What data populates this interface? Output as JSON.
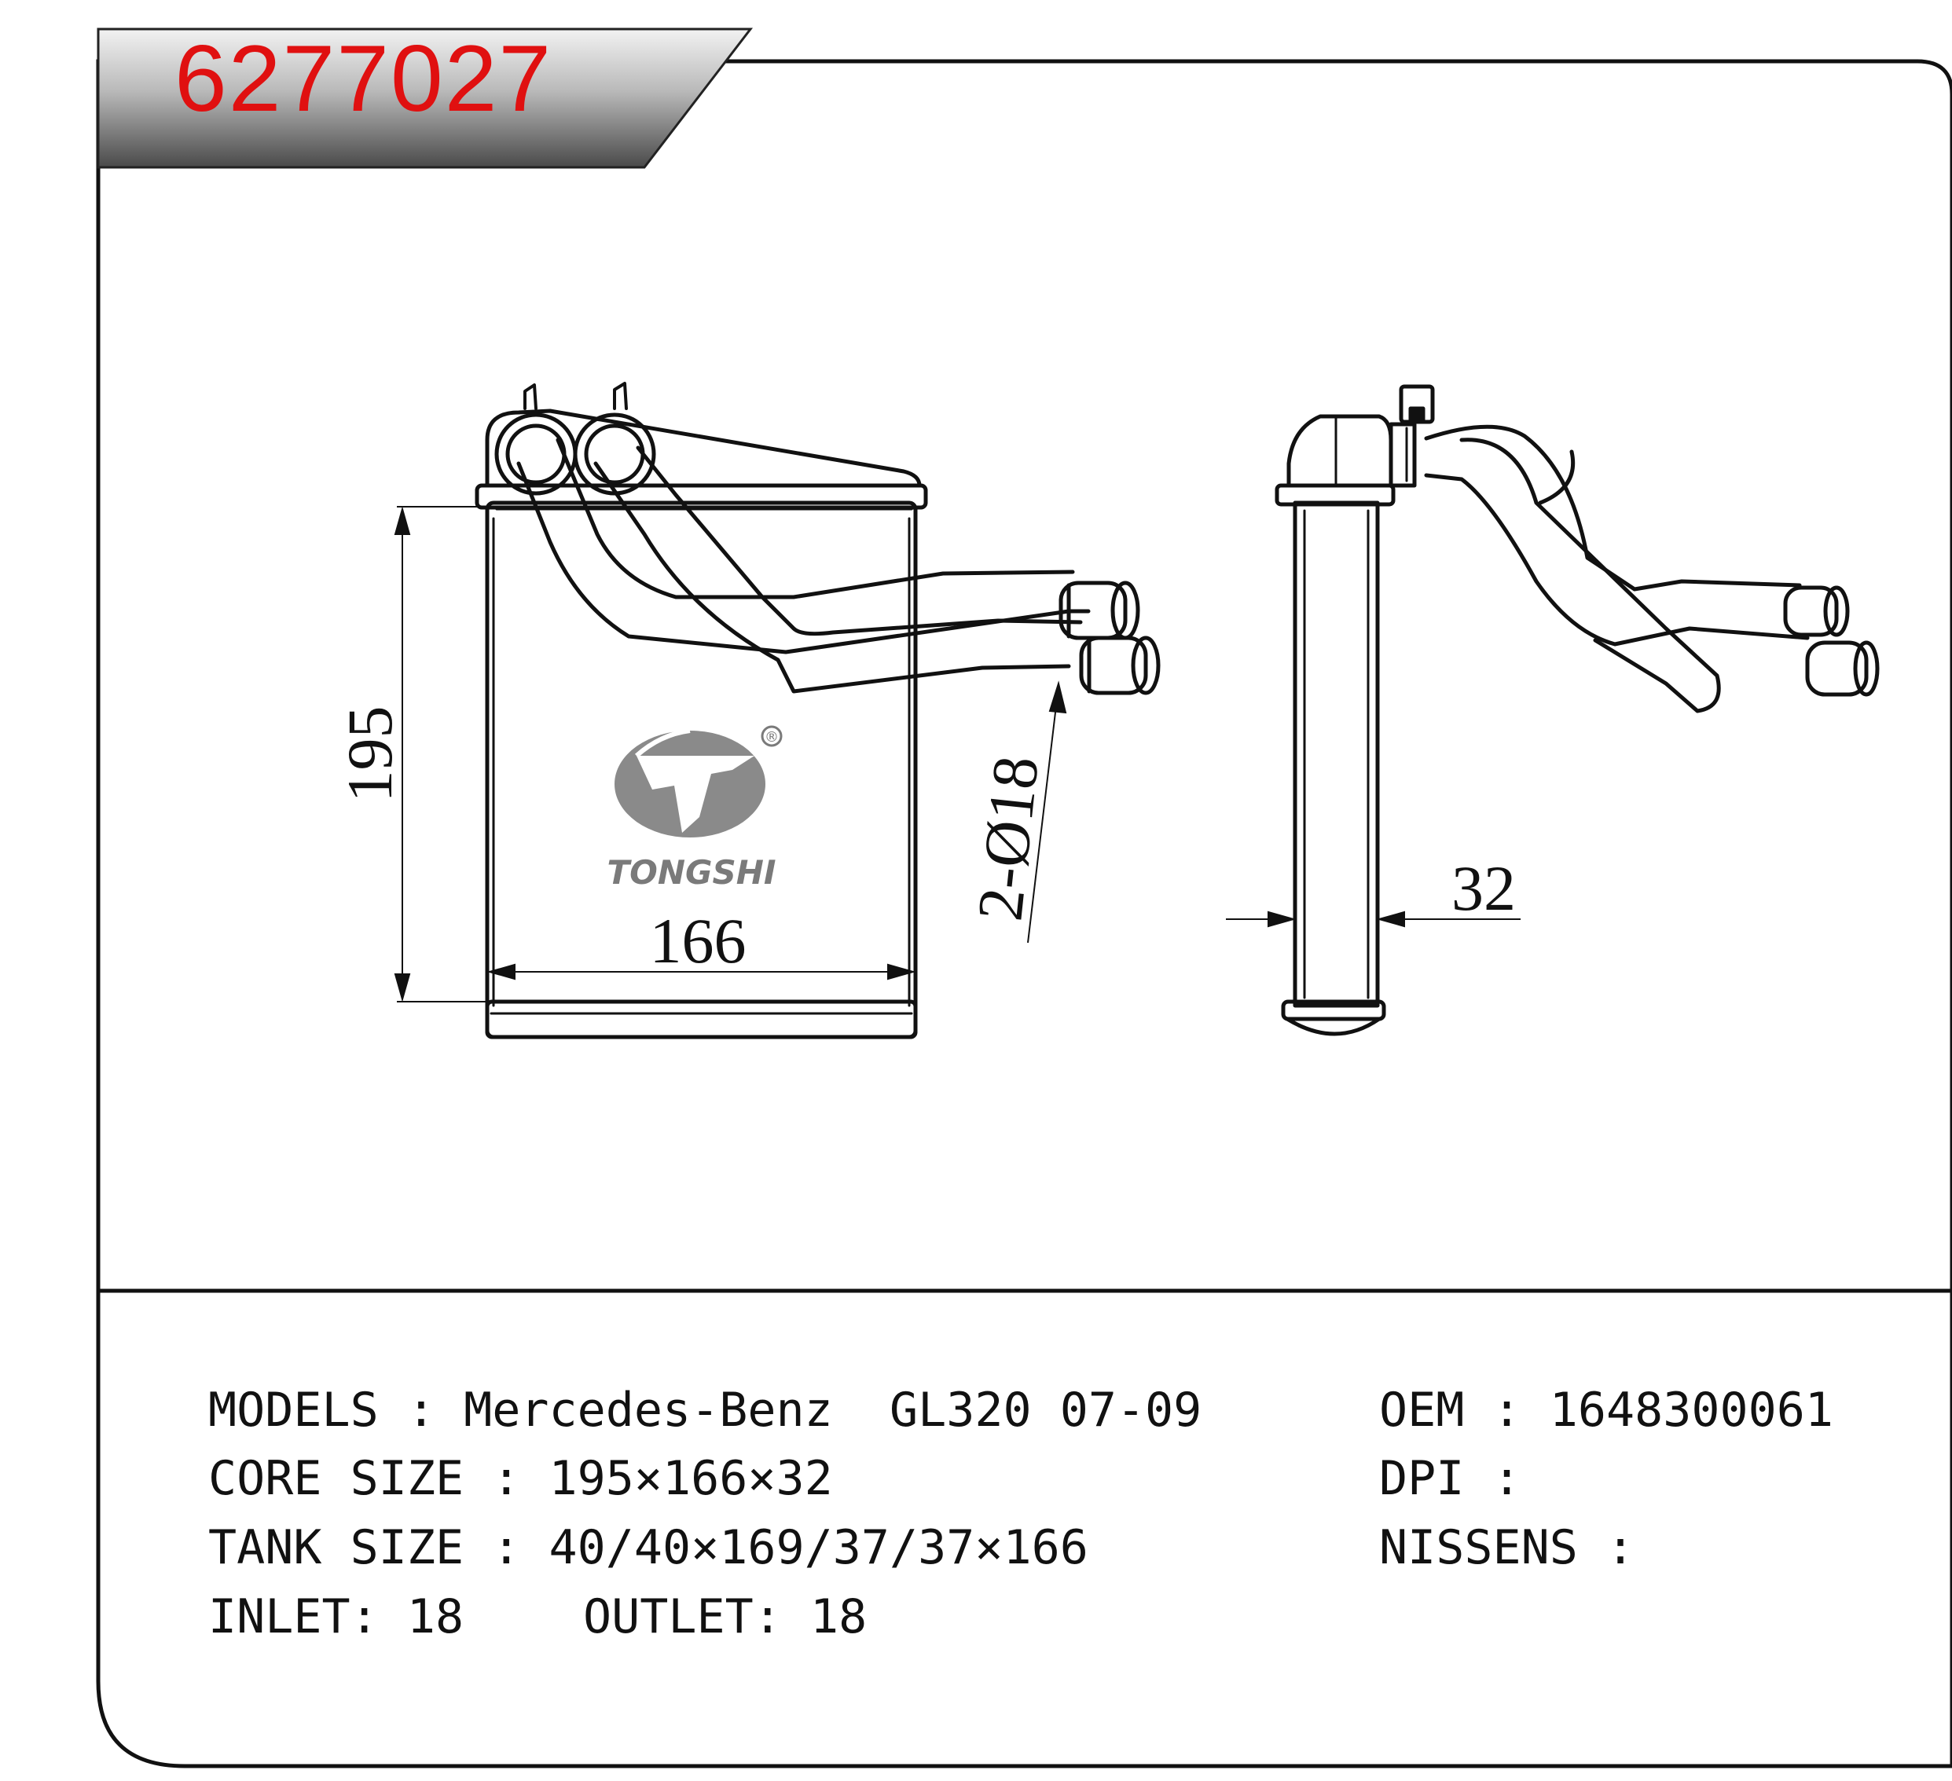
{
  "header": {
    "part_number": "6277027"
  },
  "drawing": {
    "dims": {
      "height": "195",
      "width": "166",
      "pipe": "2-Ø18",
      "depth": "32"
    },
    "brand": {
      "name": "TONGSHI",
      "registered_mark": "®"
    }
  },
  "specs": {
    "models": "MODELS : Mercedes-Benz  GL320 07-09",
    "core_size": "CORE SIZE : 195×166×32",
    "tank_size": "TANK SIZE : 40/40×169/37/37×166",
    "inlet": "INLET: 18",
    "outlet": "OUTLET: 18",
    "oem": "OEM : 1648300061",
    "dpi": "DPI :",
    "nissens": "NISSENS :"
  }
}
